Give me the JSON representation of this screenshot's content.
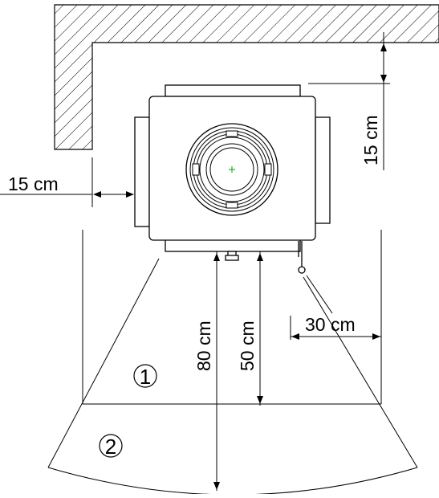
{
  "diagram": {
    "labels": {
      "wall_top_gap": "15 cm",
      "wall_left_gap": "15 cm",
      "side_gap": "30 cm",
      "front_zone_1": "50 cm",
      "front_zone_2": "80 cm"
    },
    "zones": [
      {
        "id": "zone-1",
        "label": "1"
      },
      {
        "id": "zone-2",
        "label": "2"
      }
    ],
    "colors": {
      "line": "#000000",
      "center_mark": "#00a000",
      "background": "#ffffff"
    }
  }
}
